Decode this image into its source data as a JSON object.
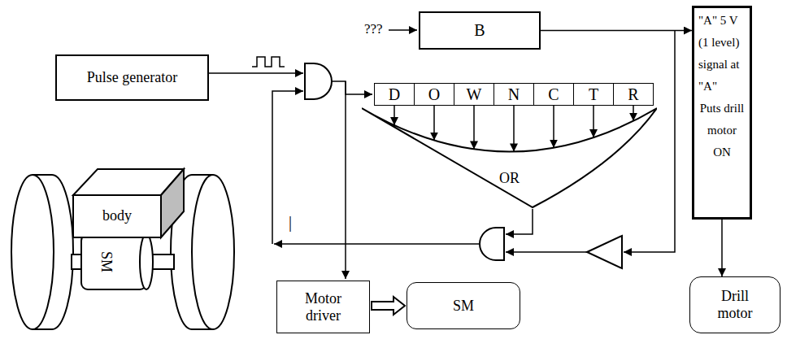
{
  "diagram": {
    "nodes": [
      {
        "text": [
          "Pulse generator"
        ]
      },
      {
        "text": [
          "B"
        ]
      },
      {
        "text": [
          "\"A\" 5 V (1 level) signal at \"A\"",
          "Puts drill motor ON"
        ]
      },
      {
        "text": [
          "D"
        ]
      },
      {
        "text": [
          "O"
        ]
      },
      {
        "text": [
          "W"
        ]
      },
      {
        "text": [
          "N"
        ]
      },
      {
        "text": [
          "C"
        ]
      },
      {
        "text": [
          "T"
        ]
      },
      {
        "text": [
          "R"
        ]
      },
      {
        "text": [
          "OR"
        ]
      },
      {
        "text": [
          "Motor driver"
        ]
      },
      {
        "text": [
          "SM"
        ]
      },
      {
        "text": [
          "Drill motor"
        ]
      }
    ],
    "edges": [
      {
        "from": 3,
        "to": 10,
        "arrow": "to"
      },
      {
        "from": 4,
        "to": 10,
        "arrow": "to"
      },
      {
        "from": 5,
        "to": 10,
        "arrow": "to"
      },
      {
        "from": 6,
        "to": 10,
        "arrow": "to"
      },
      {
        "from": 7,
        "to": 10,
        "arrow": "to"
      },
      {
        "from": 8,
        "to": 10,
        "arrow": "to"
      },
      {
        "from": 9,
        "to": 10,
        "arrow": "to"
      },
      {
        "from": 1,
        "to": 2,
        "arrow": "to"
      },
      {
        "from": 2,
        "to": 13,
        "arrow": "to"
      },
      {
        "from": 11,
        "to": 12,
        "arrow": "to"
      }
    ],
    "labels": [
      "???",
      "body",
      "SM",
      "|"
    ]
  }
}
